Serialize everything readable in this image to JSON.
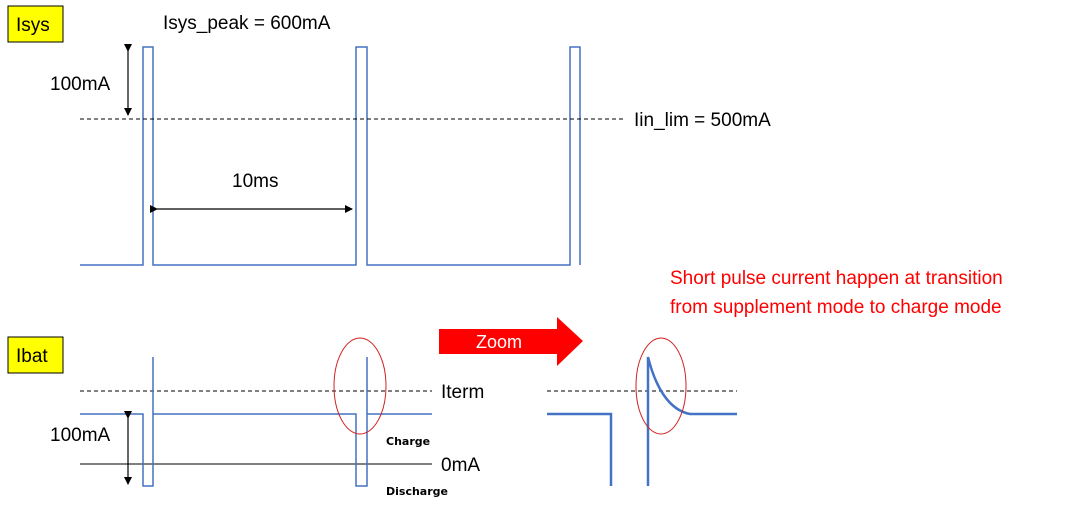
{
  "labels": {
    "isys": "Isys",
    "ibat": "Ibat",
    "isys_peak": "Isys_peak = 600mA",
    "iin_lim": "Iin_lim = 500mA",
    "isys_delta": "100mA",
    "period": "10ms",
    "iterm": "Iterm",
    "ibat_delta": "100mA",
    "zero": "0mA",
    "charge": "Charge",
    "discharge": "Discharge",
    "zoom": "Zoom",
    "note_line1": "Short pulse current happen at transition",
    "note_line2": "from supplement mode to charge mode"
  },
  "colors": {
    "waveform": "#4472c4",
    "tag_fill": "#ffff00",
    "note": "#ff0000",
    "arrow": "#ff0000",
    "highlight_ellipse": "#d02020"
  }
}
